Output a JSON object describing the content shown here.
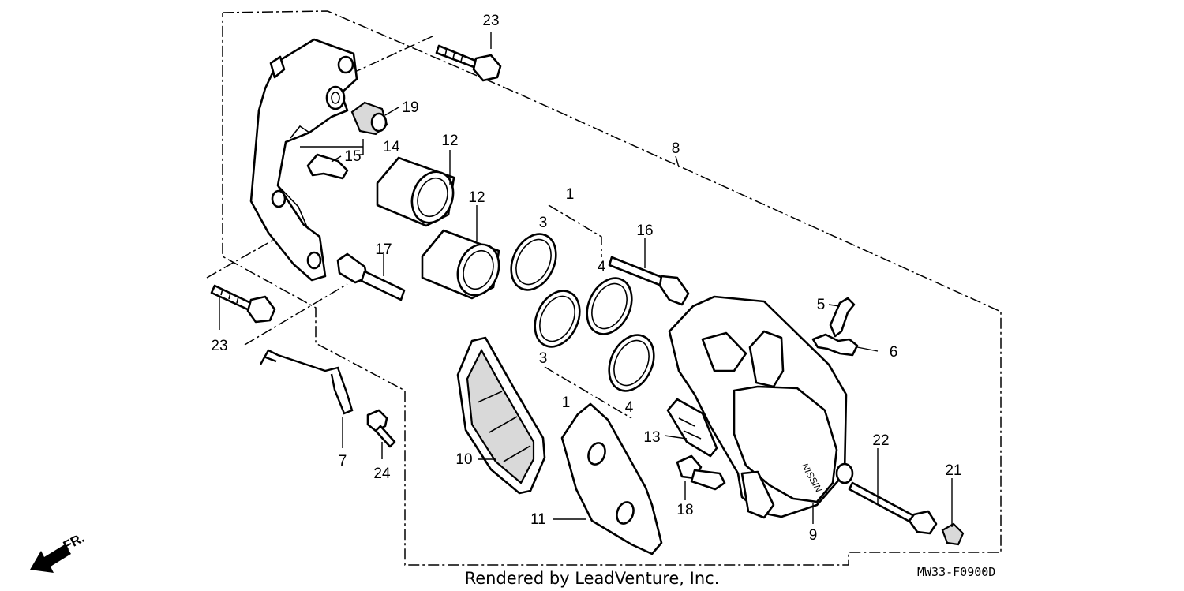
{
  "diagram": {
    "callouts": [
      {
        "id": "c23a",
        "text": "23"
      },
      {
        "id": "c19",
        "text": "19"
      },
      {
        "id": "c14",
        "text": "14"
      },
      {
        "id": "c15",
        "text": "15"
      },
      {
        "id": "c12a",
        "text": "12"
      },
      {
        "id": "c12b",
        "text": "12"
      },
      {
        "id": "c8",
        "text": "8"
      },
      {
        "id": "c1a",
        "text": "1"
      },
      {
        "id": "c3a",
        "text": "3"
      },
      {
        "id": "c16",
        "text": "16"
      },
      {
        "id": "c4a",
        "text": "4"
      },
      {
        "id": "c17",
        "text": "17"
      },
      {
        "id": "c5",
        "text": "5"
      },
      {
        "id": "c6",
        "text": "6"
      },
      {
        "id": "c23b",
        "text": "23"
      },
      {
        "id": "c3b",
        "text": "3"
      },
      {
        "id": "c1b",
        "text": "1"
      },
      {
        "id": "c4b",
        "text": "4"
      },
      {
        "id": "c7",
        "text": "7"
      },
      {
        "id": "c24",
        "text": "24"
      },
      {
        "id": "c10",
        "text": "10"
      },
      {
        "id": "c13",
        "text": "13"
      },
      {
        "id": "c22",
        "text": "22"
      },
      {
        "id": "c21",
        "text": "21"
      },
      {
        "id": "c18",
        "text": "18"
      },
      {
        "id": "c11",
        "text": "11"
      },
      {
        "id": "c9",
        "text": "9"
      }
    ],
    "direction_label": "FR.",
    "caliper_brand": "NISSIN",
    "footer": "Rendered by LeadVenture, Inc.",
    "diagram_code": "MW33-F0900D"
  }
}
